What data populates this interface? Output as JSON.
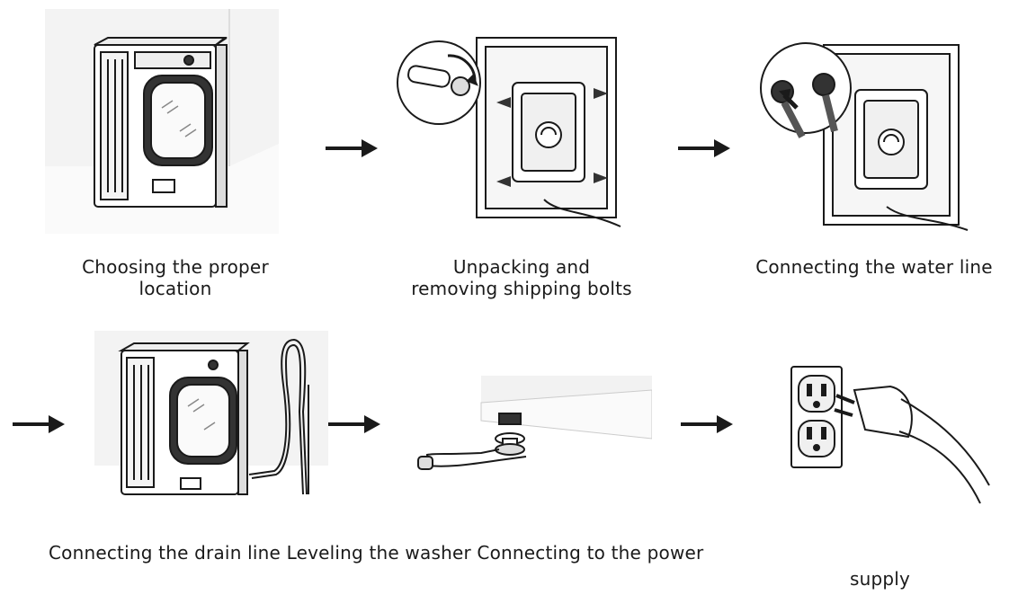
{
  "steps": [
    {
      "id": "location",
      "caption": [
        "Choosing the proper",
        "location"
      ]
    },
    {
      "id": "unpacking",
      "caption": [
        "Unpacking and",
        "removing shipping bolts"
      ]
    },
    {
      "id": "water",
      "caption": [
        "Connecting the water line"
      ]
    },
    {
      "id": "drain",
      "caption": [
        "Connecting the drain line"
      ]
    },
    {
      "id": "leveling",
      "caption": [
        "Leveling the washer"
      ]
    },
    {
      "id": "power",
      "caption": [
        "Connecting to the power",
        "supply"
      ]
    }
  ],
  "bottom_caption_line": "Connecting the drain line Leveling the washer Connecting to the power",
  "bottom_caption_wrap": "supply",
  "icons": [
    "washer-icon",
    "wrench-icon",
    "hose-icon",
    "drain-hose-icon",
    "leveling-foot-icon",
    "power-outlet-icon",
    "plug-icon",
    "arrow-right-icon"
  ],
  "colors": {
    "ink": "#1a1a1a",
    "wall": "#ececec"
  }
}
